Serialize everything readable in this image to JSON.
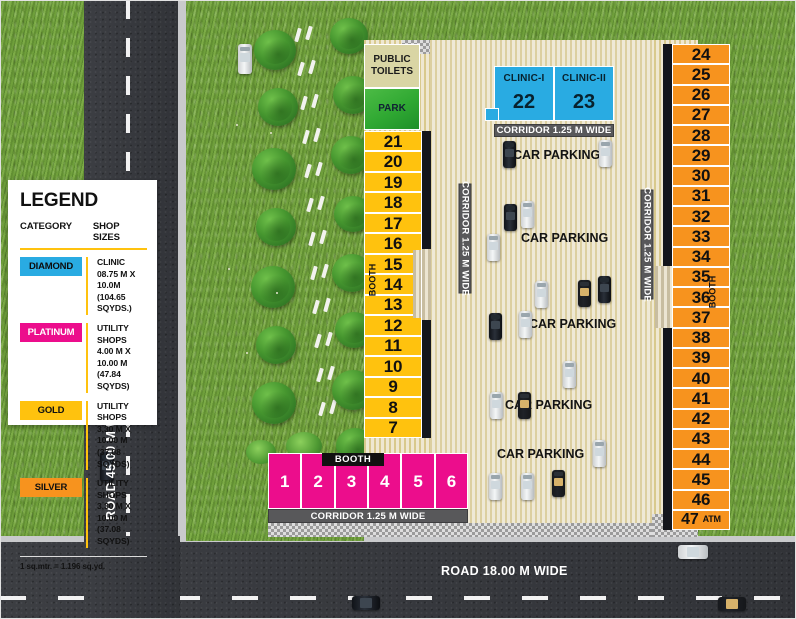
{
  "legend": {
    "title": "LEGEND",
    "col_category": "CATEGORY",
    "col_sizes": "SHOP SIZES",
    "rows": [
      {
        "category": "DIAMOND",
        "color": "#29ABE2",
        "size": "CLINIC\n08.75 M X 10.0M\n(104.65 SQYDS.)"
      },
      {
        "category": "PLATINUM",
        "color": "#EC0D8C",
        "size": "UTILITY SHOPS\n4.00 M X 10.00 M\n(47.84 SQYDS)"
      },
      {
        "category": "GOLD",
        "color": "#FFC20E",
        "size": "UTILITY SHOPS\n3.30 M X 10.00 M\n(37.08 SQYDS)"
      },
      {
        "category": "SILVER",
        "color": "#F7931E",
        "size": "UTILITY SHOPS\n3.30 M X 10.00 M\n(37.08 SQYDS)"
      }
    ],
    "footnote": "1 sq.mtr. = 1.196 sq.yd."
  },
  "amenities": {
    "public_toilets": "PUBLIC\nTOILETS",
    "park": "PARK"
  },
  "clinics": [
    {
      "name": "CLINIC-I",
      "number": "22"
    },
    {
      "name": "CLINIC-II",
      "number": "23"
    }
  ],
  "corridors": {
    "top": "CORRIDOR 1.25 M WIDE",
    "left": "CORRIDOR 1.25 M WIDE",
    "right": "CORRIDOR 1.25 M WIDE",
    "bottom": "CORRIDOR 1.25 M WIDE",
    "left_inner": "CORRIDOR 1.25 M WIDE"
  },
  "booth_labels": {
    "left": "BOOTH",
    "right": "BOOTH",
    "bottom": "BOOTH"
  },
  "parking_labels": [
    "CAR PARKING",
    "CAR PARKING",
    "CAR PARKING",
    "CAR PARKING",
    "CAR PARKING"
  ],
  "roads": {
    "west": "ROAD 45.00 M WIDE",
    "south": "ROAD 18.00 M WIDE"
  },
  "shops_left_column": [
    {
      "n": "21",
      "cat": "gold"
    },
    {
      "n": "20",
      "cat": "gold"
    },
    {
      "n": "19",
      "cat": "gold"
    },
    {
      "n": "18",
      "cat": "gold"
    },
    {
      "n": "17",
      "cat": "gold"
    },
    {
      "n": "16",
      "cat": "gold"
    },
    {
      "n": "15",
      "cat": "gold"
    },
    {
      "n": "14",
      "cat": "gold"
    },
    {
      "n": "13",
      "cat": "gold"
    },
    {
      "n": "12",
      "cat": "gold"
    },
    {
      "n": "11",
      "cat": "gold"
    },
    {
      "n": "10",
      "cat": "gold"
    },
    {
      "n": "9",
      "cat": "gold"
    },
    {
      "n": "8",
      "cat": "gold"
    },
    {
      "n": "7",
      "cat": "gold"
    }
  ],
  "shops_right_column": [
    {
      "n": "24",
      "cat": "silver"
    },
    {
      "n": "25",
      "cat": "silver"
    },
    {
      "n": "26",
      "cat": "silver"
    },
    {
      "n": "27",
      "cat": "silver"
    },
    {
      "n": "28",
      "cat": "silver"
    },
    {
      "n": "29",
      "cat": "silver"
    },
    {
      "n": "30",
      "cat": "silver"
    },
    {
      "n": "31",
      "cat": "silver"
    },
    {
      "n": "32",
      "cat": "silver"
    },
    {
      "n": "33",
      "cat": "silver"
    },
    {
      "n": "34",
      "cat": "silver"
    },
    {
      "n": "35",
      "cat": "silver"
    },
    {
      "n": "36",
      "cat": "silver"
    },
    {
      "n": "37",
      "cat": "silver"
    },
    {
      "n": "38",
      "cat": "silver"
    },
    {
      "n": "39",
      "cat": "silver"
    },
    {
      "n": "40",
      "cat": "silver"
    },
    {
      "n": "41",
      "cat": "silver"
    },
    {
      "n": "42",
      "cat": "silver"
    },
    {
      "n": "43",
      "cat": "silver"
    },
    {
      "n": "44",
      "cat": "silver"
    },
    {
      "n": "45",
      "cat": "silver"
    },
    {
      "n": "46",
      "cat": "silver"
    },
    {
      "n": "47",
      "cat": "silver",
      "tag": "ATM"
    }
  ],
  "shops_bottom_row": [
    {
      "n": "1",
      "cat": "platinum"
    },
    {
      "n": "2",
      "cat": "platinum"
    },
    {
      "n": "3",
      "cat": "platinum"
    },
    {
      "n": "4",
      "cat": "platinum"
    },
    {
      "n": "5",
      "cat": "platinum"
    },
    {
      "n": "6",
      "cat": "platinum"
    }
  ]
}
